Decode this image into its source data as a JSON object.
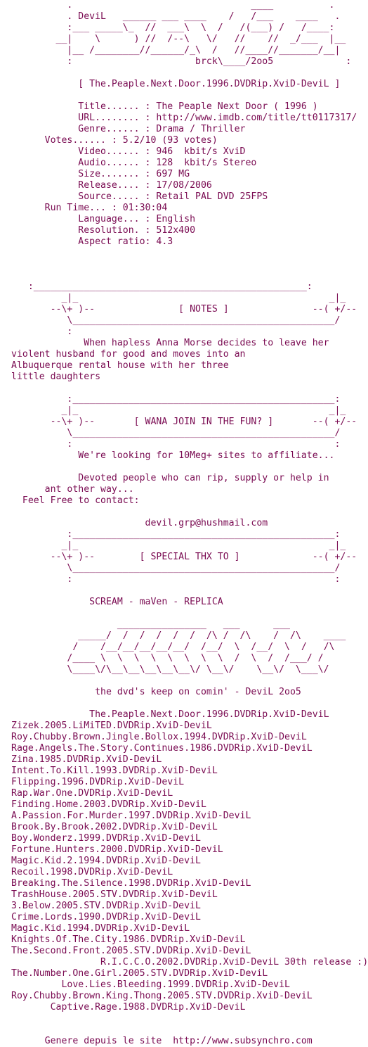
{
  "nfo": {
    "lines": [
      "          .                                ____          .",
      "          . DeviL   ______ ___ ____    /   /___    ____   .",
      "          :___ _____\\_  //  ___\\  \\  /   /(___) /   /____:",
      "        __|    \\      ) //  /--\\   \\/   //    //  _/___  |__",
      "          |__ /________//______/_\\  /   //____//_______/__|",
      "          :                      brck\\____/2oo5             :",
      "",
      "            [ The.Peaple.Next.Door.1996.DVDRip.XviD-DeviL ]",
      "",
      "            Title...... : The Peaple Next Door ( 1996 )",
      "            URL........ : http://www.imdb.com/title/tt0117317/",
      "            Genre...... : Drama / Thriller",
      "      Votes...... : 5.2/10 (93 votes)",
      "            Video...... : 946  kbit/s XviD",
      "            Audio...... : 128  kbit/s Stereo",
      "            Size....... : 697 MG",
      "            Release.... : 17/08/2006",
      "            Source..... : Retail PAL DVD 25FPS",
      "      Run Time... : 01:30:04",
      "            Language... : English",
      "            Resolution. : 512x400",
      "            Aspect ratio: 4.3",
      "",
      "",
      "",
      "   :_________________________________________________:",
      "         _|_                                             _|_",
      "       --\\+ )--               [ NOTES ]               --( +/--",
      "          \\_______________________________________________/",
      "          :",
      "             When hapless Anna Morse decides to leave her",
      "violent husband for good and moves into an",
      "Albuquerque rental house with her three",
      "little daughters",
      "",
      "          :_______________________________________________:",
      "         _|_                                             _|_",
      "       --\\+ )--       [ WANA JOIN IN THE FUN? ]       --( +/--",
      "          \\_______________________________________________/",
      "          :                                               :",
      "            We're looking for 10Meg+ sites to affiliate...",
      "",
      "            Devoted people who can rip, supply or help in",
      "      ant other way...",
      "  Feel Free to contact:",
      "",
      "                        devil.grp@hushmail.com",
      "          :_______________________________________________:",
      "         _|_                                             _|_",
      "       --\\+ )--        [ SPECIAL THX TO ]             --( +/--",
      "          \\_______________________________________________/",
      "          :                                               :",
      "",
      "              SCREAM - maVen - REPLICA",
      "",
      "                   ________________   ___      ___",
      "            _____/  /  /  /  /  /  /\\ /  /\\    /  /\\    ____",
      "           /    /__/__/__/__/__/  /__/  \\  /__/  \\  /   /\\",
      "          /____ \\  \\  \\  \\  \\  \\  \\  \\  /  \\  /  /___/ /",
      "          \\____\\/\\__\\__\\__\\__\\__\\/ \\__\\/    \\__\\/  \\___\\/",
      "",
      "               the dvd's keep on comin' - DeviL 2oo5",
      "",
      "              The.Peaple.Next.Door.1996.DVDRip.XviD-DeviL",
      "Zizek.2005.LiMiTED.DVDRip.XviD-DeviL",
      "Roy.Chubby.Brown.Jingle.Bollox.1994.DVDRip.XviD-DeviL",
      "Rage.Angels.The.Story.Continues.1986.DVDRip.XviD-DeviL",
      "Zina.1985.DVDRip.XviD-DeviL",
      "Intent.To.Kill.1993.DVDRip.XviD-DeviL",
      "Flipping.1996.DVDRip.XviD-DeviL",
      "Rap.War.One.DVDRip.XviD-DeviL",
      "Finding.Home.2003.DVDRip.XviD-DeviL",
      "A.Passion.For.Murder.1997.DVDRip.XviD-DeviL",
      "Brook.By.Brook.2002.DVDRip.XviD-DeviL",
      "Boy.Wonderz.1999.DVDRip.XviD-DeviL",
      "Fortune.Hunters.2000.DVDRip.XviD-DeviL",
      "Magic.Kid.2.1994.DVDRip.XviD-DeviL",
      "Recoil.1998.DVDRip.XviD-DeviL",
      "Breaking.The.Silence.1998.DVDRip.XviD-DeviL",
      "TrashHouse.2005.STV.DVDRip.XviD-DeviL",
      "3.Below.2005.STV.DVDRip.XviD-DeviL",
      "Crime.Lords.1990.DVDRip.XviD-DeviL",
      "Magic.Kid.1994.DVDRip.XviD-DeviL",
      "Knights.Of.The.City.1986.DVDRip.XviD-DeviL",
      "The.Second.Front.2005.STV.DVDRip.XviD-DeviL",
      "                R.I.C.C.O.2002.DVDRip.XviD-DeviL 30th release :)",
      "The.Number.One.Girl.2005.STV.DVDRip.XviD-DeviL",
      "         Love.Lies.Bleeding.1999.DVDRip.XviD-DeviL",
      "Roy.Chubby.Brown.King.Thong.2005.STV.DVDRip.XviD-DeviL",
      "       Captive.Rage.1988.DVDRip.XviD-DeviL",
      "",
      "",
      "      Genere depuis le site  http://www.subsynchro.com"
    ]
  },
  "colors": {
    "text": "#7a0b52",
    "background": "#ffffff"
  }
}
